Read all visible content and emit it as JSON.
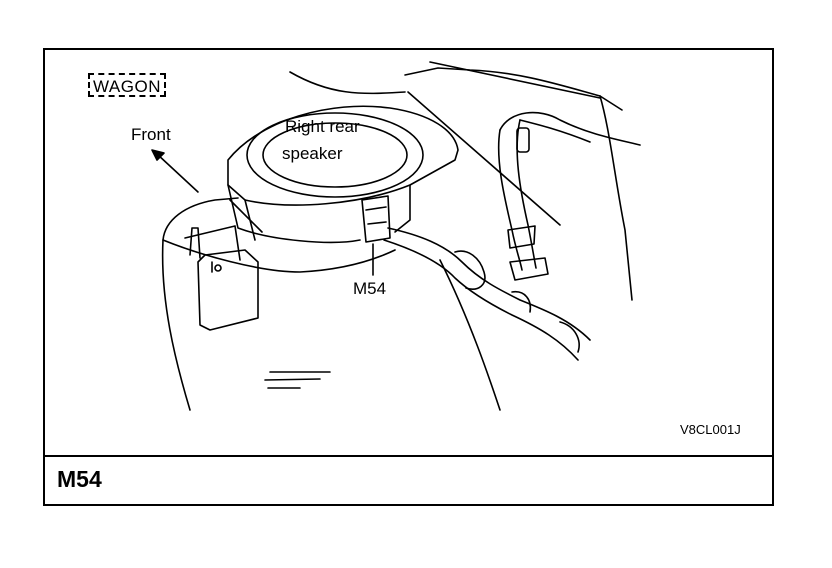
{
  "section_tag": "WAGON",
  "labels": {
    "front": "Front",
    "speaker_line1": "Right rear",
    "speaker_line2": "speaker",
    "connector": "M54"
  },
  "figure_code": "V8CL001J",
  "connector_title": "M54"
}
